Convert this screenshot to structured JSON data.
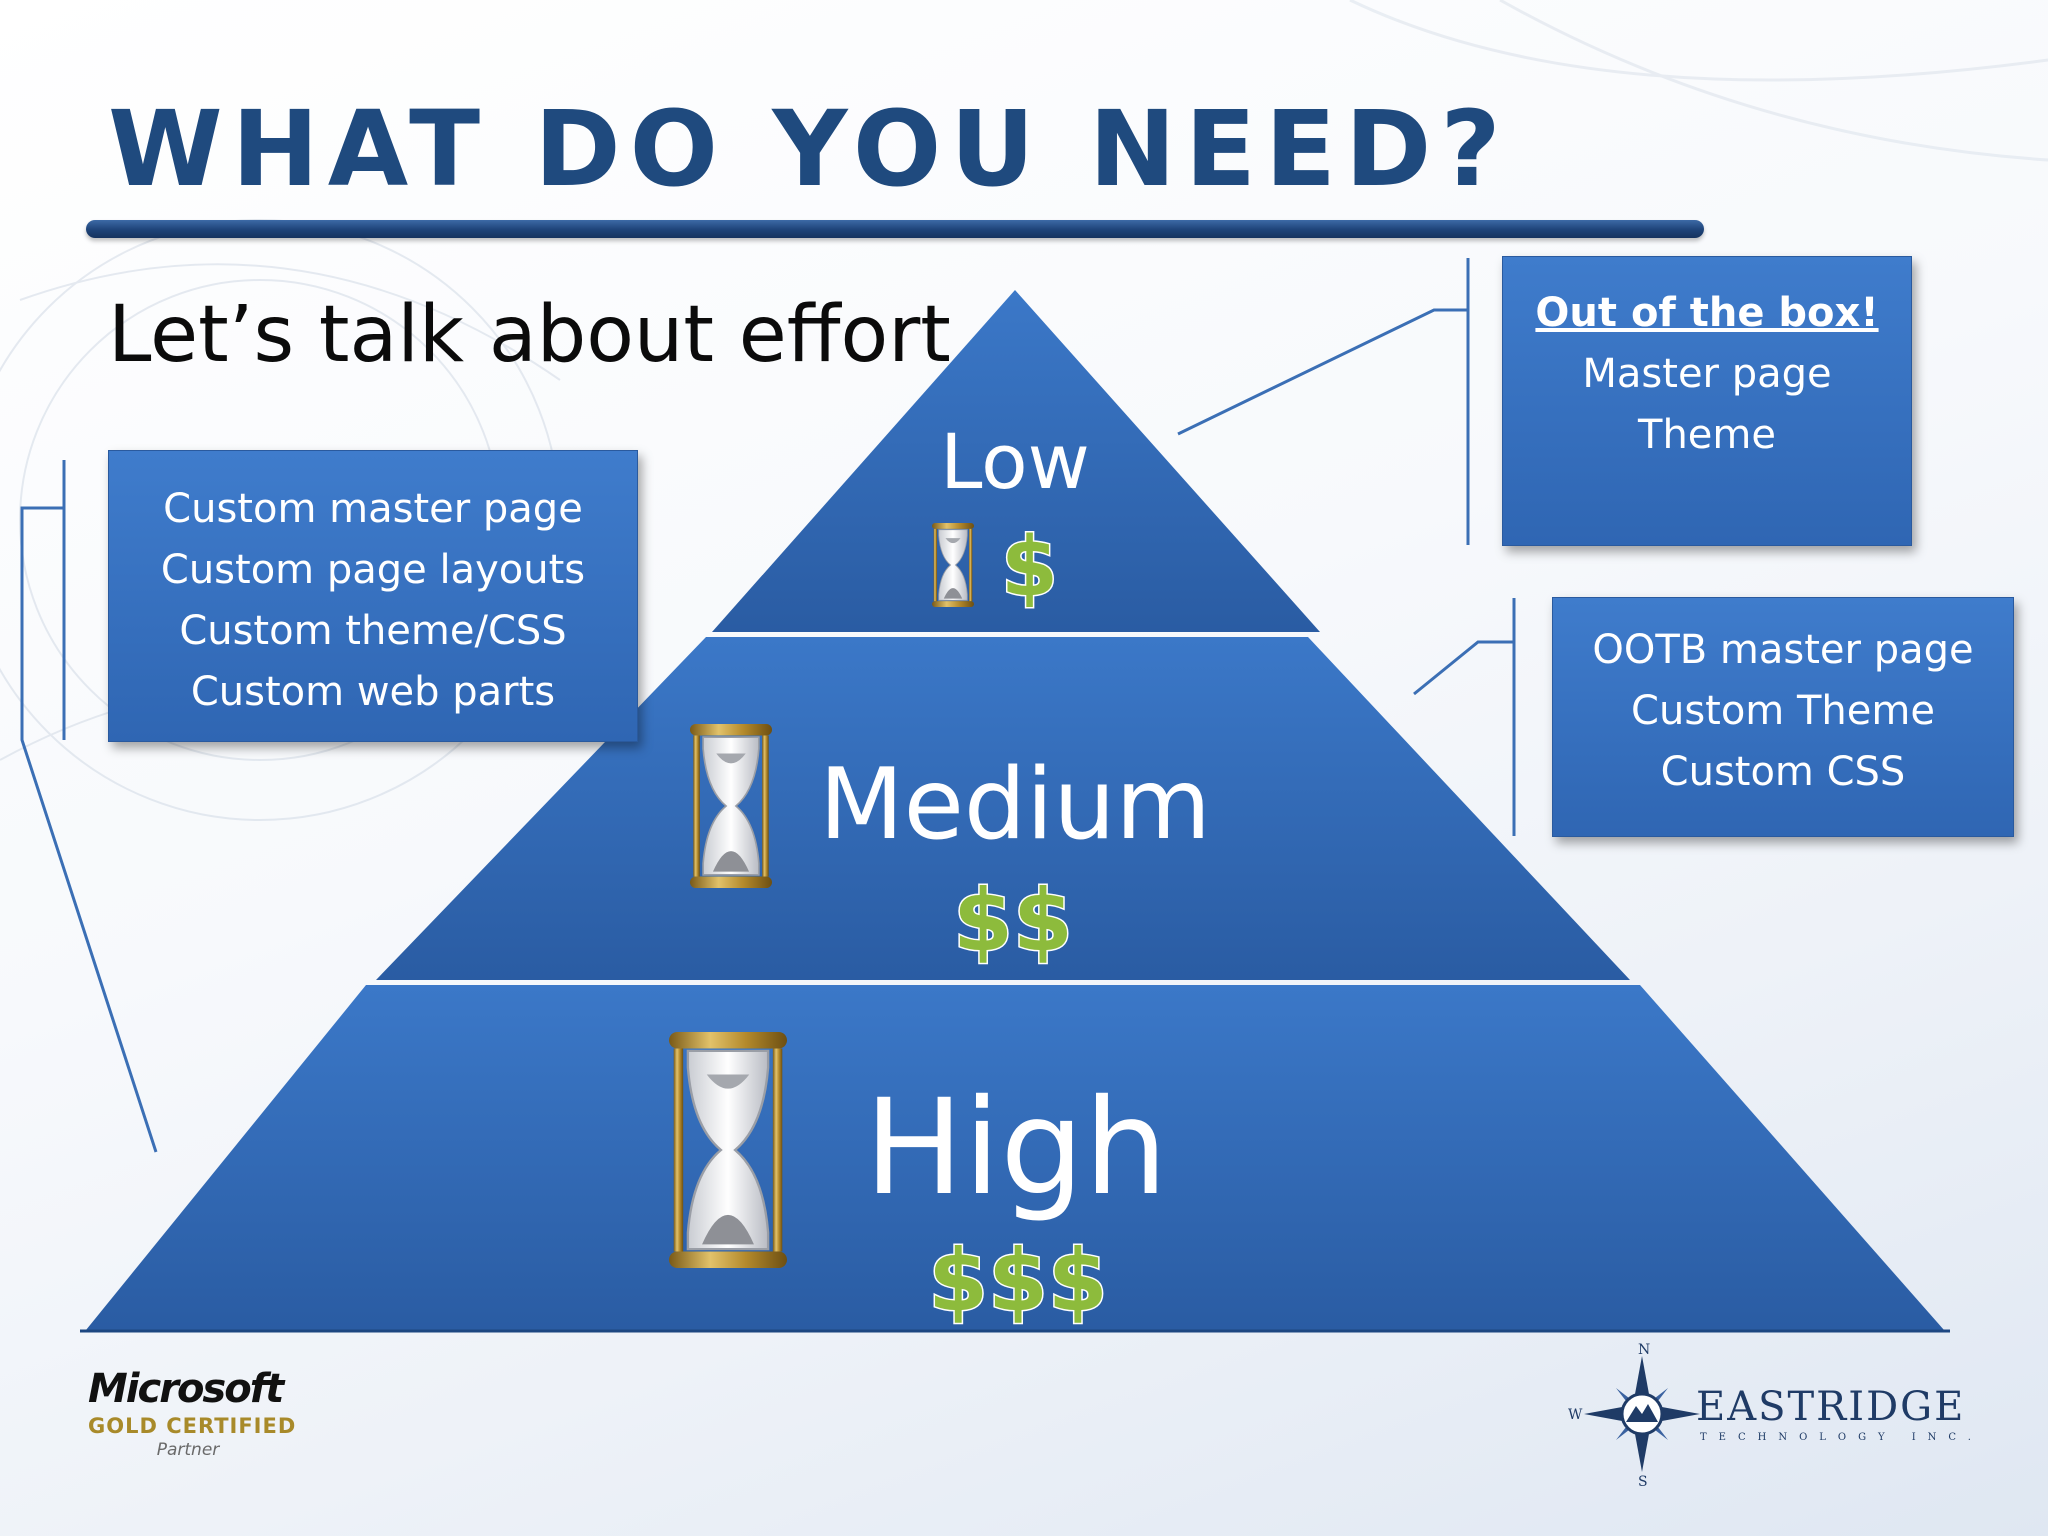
{
  "slide": {
    "title": "WHAT DO YOU NEED?",
    "subtitle": "Let’s talk about effort"
  },
  "pyramid": {
    "tiers": [
      {
        "label": "Low",
        "cost": "$"
      },
      {
        "label": "Medium",
        "cost": "$$"
      },
      {
        "label": "High",
        "cost": "$$$"
      }
    ]
  },
  "callouts": {
    "high": [
      "Custom master page",
      "Custom page layouts",
      "Custom theme/CSS",
      "Custom web parts"
    ],
    "low": {
      "heading": "Out of the box!",
      "lines": [
        "Master page",
        "Theme"
      ]
    },
    "medium": [
      "OOTB master page",
      "Custom Theme",
      "Custom CSS"
    ]
  },
  "logos": {
    "microsoft": {
      "name": "Microsoft",
      "level": "GOLD CERTIFIED",
      "partner": "Partner"
    },
    "eastridge": {
      "name": "EASTRIDGE",
      "tagline": "TECHNOLOGY INC.",
      "compass": [
        "N",
        "W",
        "S"
      ]
    }
  },
  "colors": {
    "title": "#1f4a7e",
    "pyramid": "#2f63ad",
    "dollar": "#8dbb3c",
    "callout": "#3a74c4"
  }
}
